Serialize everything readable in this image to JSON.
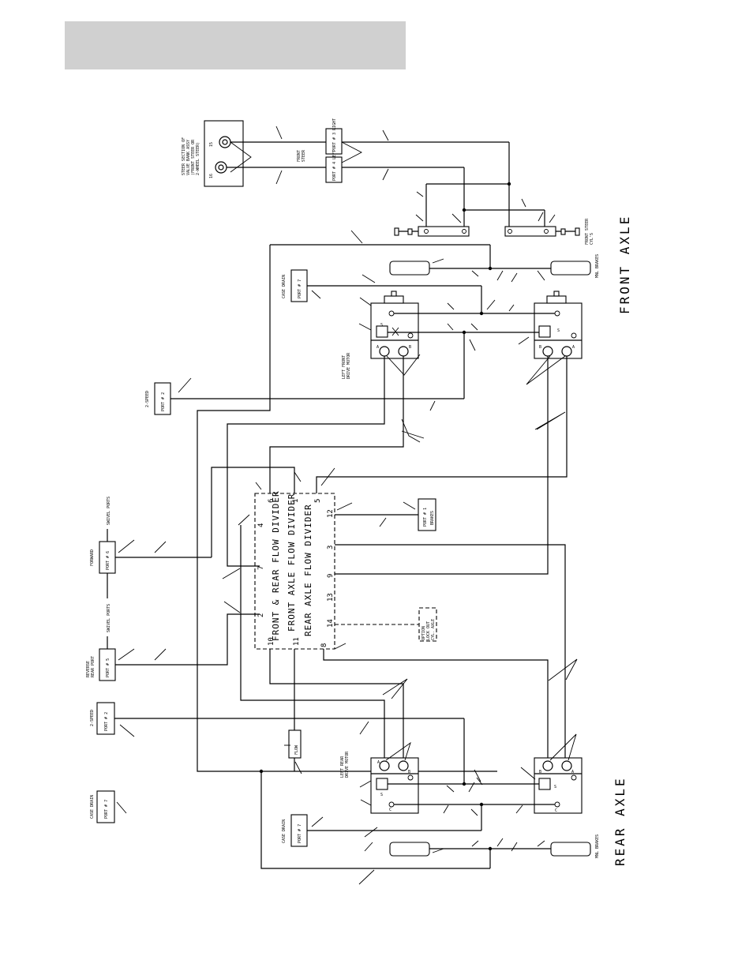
{
  "labels": {
    "front_axle": "FRONT AXLE",
    "rear_axle": "REAR AXLE",
    "divider_1": "FRONT & REAR FLOW DIVIDER",
    "divider_2": "FRONT AXLE FLOW DIVIDER",
    "divider_3": "REAR AXLE FLOW DIVIDER",
    "steer_section": "STEER SECTION OF VALVE BANK ASSY (FRONT STEER OR 2-WHEEL STEER)",
    "front_steer": "FRONT STEER",
    "port3_right": "PORT # 3 RIGHT",
    "port4_left": "PORT # 4 LEFT",
    "front_steer_cyls": "FRONT STEER CYL'S",
    "mnl_brakes_front": "MNL BRAKES",
    "mnl_brakes_rear": "MNL BRAKES",
    "case_drain_front": "CASE DRAIN",
    "case_drain_rear": "CASE DRAIN",
    "case_drain_valve": "CASE DRAIN",
    "port7_a": "PORT # 7",
    "port7_b": "PORT # 7",
    "port7_c": "PORT # 7",
    "two_speed_a": "2-SPEED",
    "two_speed_b": "2-SPEED",
    "port2_a": "PORT # 2",
    "port2_b": "PORT # 2",
    "left_front_drive_motor": "LEFT FRONT DRIVE MOTOR",
    "left_rear_drive_motor": "LEFT REAR DRIVE MOTOR",
    "forward": "FORWARD",
    "port6": "PORT # 6",
    "swivel_ports_top": "SWIVEL PORTS",
    "swivel_ports_bottom": "SWIVEL PORTS",
    "reverse_rear_port": "REVERSE REAR PORT",
    "port5": "PORT # 5",
    "port1": "PORT # 1",
    "brakes": "BRAKES",
    "option_lock_out": "OPTION LOCK OUT CYL. AXLE",
    "flow": "FLOW",
    "port_15": "15",
    "port_16": "16"
  },
  "divider_ports": [
    "6",
    "1",
    "5",
    "4",
    "12",
    "7",
    "3",
    "9",
    "2",
    "13",
    "14",
    "10",
    "11",
    "8"
  ],
  "motor_ports": {
    "a": "A",
    "b": "B",
    "s": "S",
    "c": "C"
  }
}
